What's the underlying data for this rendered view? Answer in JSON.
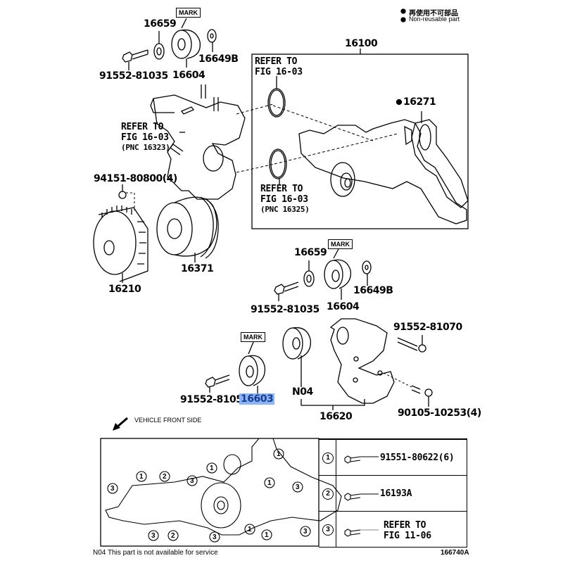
{
  "legend": {
    "non_reusable_jp": "再使用不可部品",
    "non_reusable_en": "Non-reusable part"
  },
  "parts": {
    "seal_16659_top": "16659",
    "mark_top": "MARK",
    "idler_16604_top": "16604",
    "washer_16649b_top": "16649B",
    "bolt_91552_81035_top": "91552-81035",
    "water_pump_assy": "16100",
    "gasket_16271": "16271",
    "refer_fig_1": [
      "REFER TO",
      "FIG 16-03",
      "(PNC 16323)"
    ],
    "refer_fig_2": [
      "REFER TO",
      "FIG 16-03"
    ],
    "refer_fig_3": [
      "REFER TO",
      "FIG 16-03",
      "(PNC 16325)"
    ],
    "nut_94151": "94151-80800(4)",
    "fan_clutch": "16210",
    "fan_pulley": "16371",
    "seal_16659_mid": "16659",
    "mark_mid": "MARK",
    "idler_16604_mid": "16604",
    "washer_16649b_mid": "16649B",
    "bolt_91552_81035_mid": "91552-81035",
    "bolt_91552_81070": "91552-81070",
    "mark_low": "MARK",
    "bolt_91552_81050": "91552-81050",
    "idler_16603": "16603",
    "n04": "N04",
    "tensioner_16620": "16620",
    "bolt_90105": "90105-10253(4)"
  },
  "direction_note": "VEHICLE FRONT SIDE",
  "bolt_table": {
    "rows": [
      {
        "num": "1",
        "part": "91551-80622(6)"
      },
      {
        "num": "2",
        "part": "16193A"
      },
      {
        "num": "3",
        "part_lines": [
          "REFER TO",
          "FIG 11-06"
        ]
      }
    ]
  },
  "bolt_callouts": [
    "1",
    "2",
    "3"
  ],
  "footer": {
    "note": "N04  This part is not available for service",
    "figure_id": "166740A"
  },
  "selection_color": "#8ab4f8"
}
